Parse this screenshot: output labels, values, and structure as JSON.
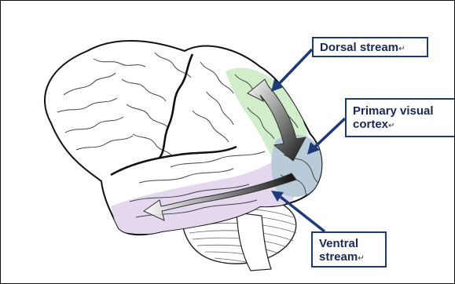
{
  "labels": {
    "dorsal": "Dorsal stream",
    "primary_line1": "Primary  visual",
    "primary_line2": "cortex",
    "ventral_line1": "Ventral",
    "ventral_line2": "stream",
    "return_mark": "↵"
  },
  "colors": {
    "dorsal_region": "#cfeec9",
    "ventral_region": "#e3d8ee",
    "primary_visual_region": "#b9cad8",
    "pointer_arrow": "#1e3a78",
    "label_border": "#1e3a78",
    "label_text": "#1a2a57",
    "outline": "#111111"
  },
  "icons": {
    "dorsal_arrow": "gradient-block-arrow",
    "ventral_arrow": "gradient-block-arrow"
  }
}
